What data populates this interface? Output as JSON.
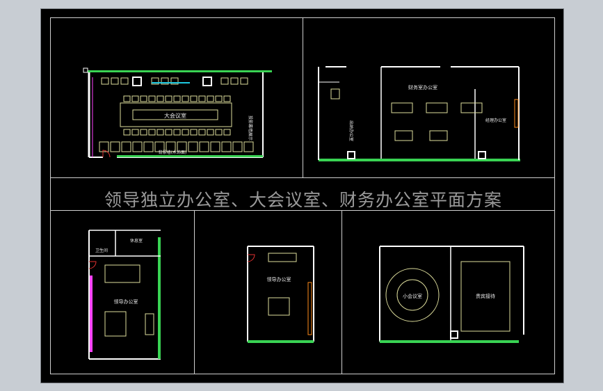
{
  "title": "领导独立办公室、大会议室、财务办公室平面方案",
  "plans": {
    "conference": {
      "room_label": "大会议室",
      "wall_label": "背景墙(木饰面)",
      "side_label": "投影幕墙展示"
    },
    "finance": {
      "room_label": "财务室办公室",
      "left_label": "出纳办公室",
      "right_label": "经理办公室"
    },
    "leader1": {
      "room_label": "领导办公室",
      "toilet_label": "卫生间",
      "rest_label": "休息室"
    },
    "leader2": {
      "room_label": "领导办公室"
    },
    "meeting": {
      "left_label": "小会议室",
      "right_label": "贵宾接待"
    }
  },
  "colors": {
    "wall": "#ffffff",
    "window": "#39d353",
    "furniture": "#dede9c",
    "partition": "#ff44ff",
    "accent": "#ff8c1a",
    "cyan": "#1ec8e0",
    "door": "#e03030"
  }
}
